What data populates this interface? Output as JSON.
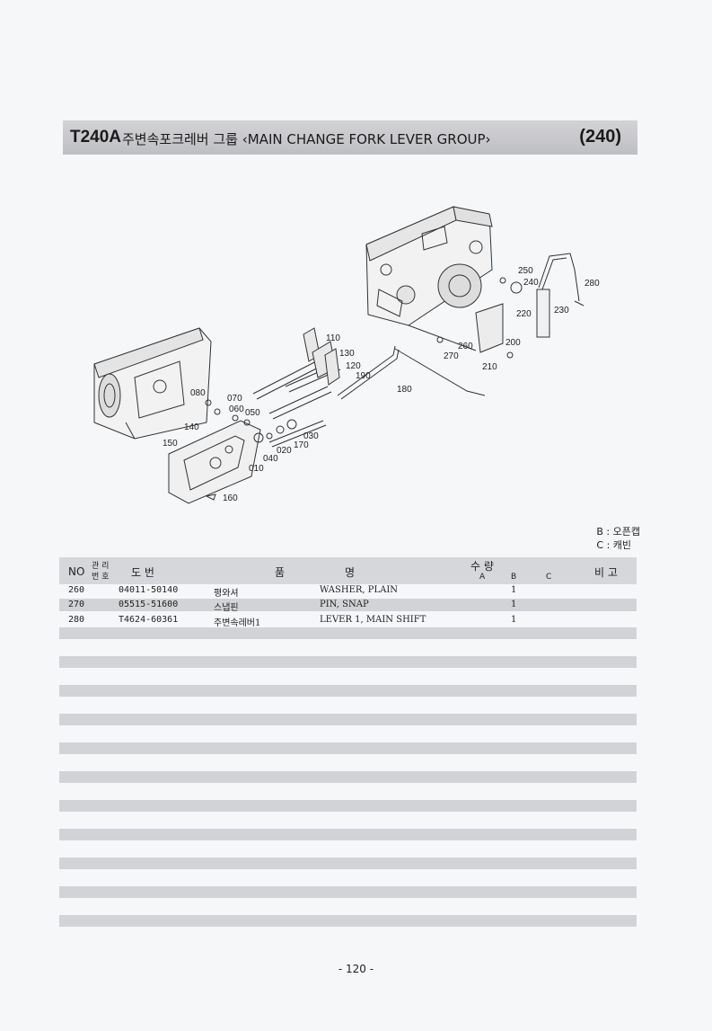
{
  "header": {
    "code": "T240A",
    "title": "주변속포크레버 그룹 ‹MAIN CHANGE FORK LEVER GROUP›",
    "page_ref": "(240)"
  },
  "diagram": {
    "callouts": [
      "250",
      "240",
      "280",
      "220",
      "230",
      "260",
      "200",
      "270",
      "210",
      "110",
      "130",
      "120",
      "190",
      "180",
      "080",
      "070",
      "060",
      "050",
      "140",
      "030",
      "170",
      "020",
      "150",
      "040",
      "010",
      "160"
    ]
  },
  "legend": {
    "line1": "B : 오픈캡",
    "line2": "C : 캐빈"
  },
  "table": {
    "headers": {
      "no": "NO",
      "mgmt_top": "관 리",
      "mgmt_bottom": "번 호",
      "part_no": "도       번",
      "name_a": "품",
      "name_b": "명",
      "qty": "수          량",
      "qty_a": "A",
      "qty_b": "B",
      "qty_c": "C",
      "remarks": "비 고"
    },
    "rows": [
      {
        "no": "260",
        "part_no": "04011-50140",
        "name_kr": "평와셔",
        "name_en": "WASHER, PLAIN",
        "qty_b": "1"
      },
      {
        "no": "270",
        "part_no": "05515-51600",
        "name_kr": "스냅핀",
        "name_en": "PIN, SNAP",
        "qty_b": "1"
      },
      {
        "no": "280",
        "part_no": "T4624-60361",
        "name_kr": "주변속레버1",
        "name_en": "LEVER 1, MAIN SHIFT",
        "qty_b": "1"
      }
    ]
  },
  "footer": {
    "page_number": "- 120 -"
  }
}
